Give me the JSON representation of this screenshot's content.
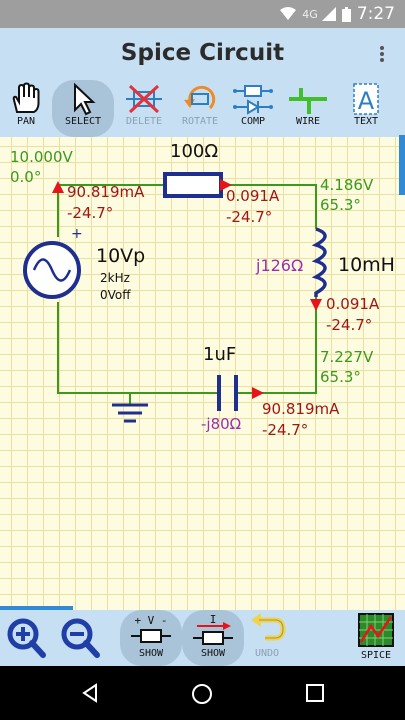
{
  "status": {
    "network": "4G",
    "time": "7:27"
  },
  "app": {
    "title": "Spice Circuit"
  },
  "toolbar": {
    "pan": "PAN",
    "select": "SELECT",
    "delete": "DELETE",
    "rotate": "ROTATE",
    "comp": "COMP",
    "wire": "WIRE",
    "text": "TEXT"
  },
  "circuit": {
    "source_voltage": "10.000V",
    "source_phase": "0.0°",
    "source_current": "90.819mA",
    "source_current_phase": "-24.7°",
    "source_name": "10Vp",
    "source_freq": "2kHz",
    "source_offset": "0Voff",
    "resistor_label": "100Ω",
    "resistor_current": "0.091A",
    "resistor_current_phase": "-24.7°",
    "node_top_voltage": "4.186V",
    "node_top_phase": "65.3°",
    "inductor_impedance": "j126Ω",
    "inductor_label": "10mH",
    "inductor_current": "0.091A",
    "inductor_current_phase": "-24.7°",
    "capacitor_label": "1uF",
    "node_bottom_voltage": "7.227V",
    "node_bottom_phase": "65.3°",
    "capacitor_impedance": "-j80Ω",
    "capacitor_current": "90.819mA",
    "capacitor_current_phase": "-24.7°"
  },
  "bottombar": {
    "show_v": "SHOW",
    "show_i": "SHOW",
    "undo": "UNDO",
    "spice": "SPICE"
  }
}
